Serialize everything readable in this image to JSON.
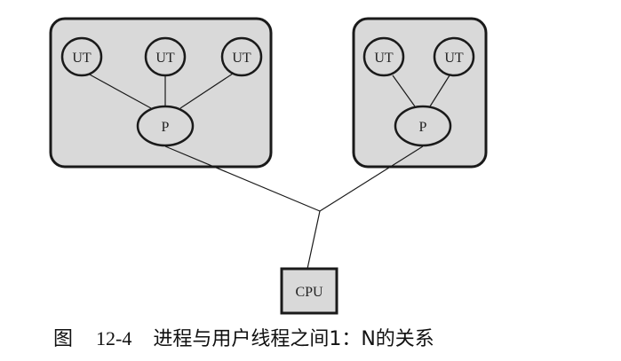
{
  "diagram": {
    "processes": [
      {
        "label": "P",
        "user_threads": [
          "UT",
          "UT",
          "UT"
        ]
      },
      {
        "label": "P",
        "user_threads": [
          "UT",
          "UT"
        ]
      }
    ],
    "cpu": "CPU",
    "colors": {
      "box_fill": "#d9d9d9",
      "stroke": "#1a1a1a",
      "background": "#ffffff"
    }
  },
  "caption": {
    "fig_word": "图",
    "fig_number": "12-4",
    "text": "进程与用户线程之间1：N的关系"
  }
}
